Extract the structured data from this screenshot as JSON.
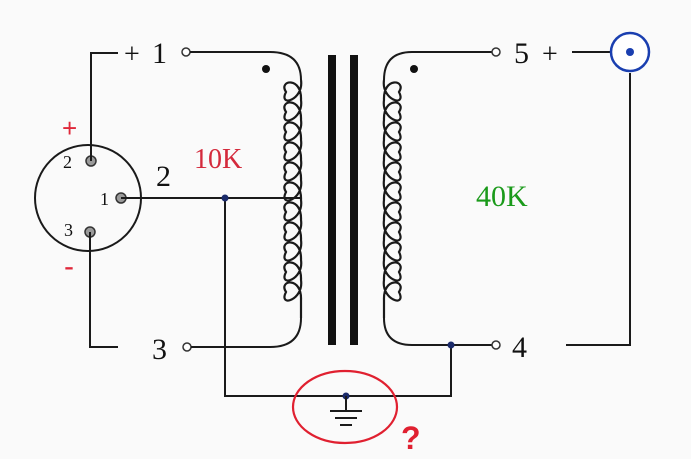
{
  "terminals": {
    "t1": "1",
    "t2": "2",
    "t3": "3",
    "t4": "4",
    "t5": "5"
  },
  "polarity": {
    "t1_plus": "+",
    "t5_plus": "+",
    "connector_plus": "+",
    "connector_minus": "-"
  },
  "connector_pins": {
    "pin2": "2",
    "pin1": "1",
    "pin3": "3"
  },
  "windings": {
    "primary_impedance": "10K",
    "secondary_impedance": "40K"
  },
  "question_mark": "?",
  "colors": {
    "wire": "#1a1a1a",
    "primary_label": "#d42a3c",
    "secondary_label": "#1a9a1a",
    "polarity_red": "#e0283a",
    "highlight_circle": "#e02030",
    "bnc": "#1a3fb0"
  }
}
